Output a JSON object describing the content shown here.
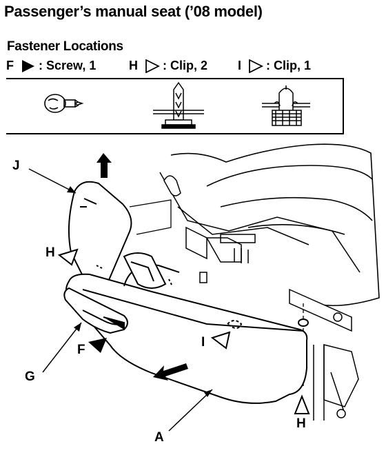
{
  "title": "Passenger’s manual seat (’08 model)",
  "section_title": "Fastener Locations",
  "legend": [
    {
      "letter": "F",
      "marker": "filled-triangle",
      "text": ": Screw, 1"
    },
    {
      "letter": "H",
      "marker": "outline-triangle",
      "text": ": Clip, 2"
    },
    {
      "letter": "I",
      "marker": "outline-triangle",
      "text": ": Clip, 1"
    }
  ],
  "callouts": {
    "J": "J",
    "H1": "H",
    "F": "F",
    "G": "G",
    "I": "I",
    "A": "A",
    "H2": "H"
  },
  "icons": [
    "screw-icon",
    "clip-h-icon",
    "clip-i-icon",
    "arrow-up-icon",
    "arrow-down-left-icon"
  ]
}
